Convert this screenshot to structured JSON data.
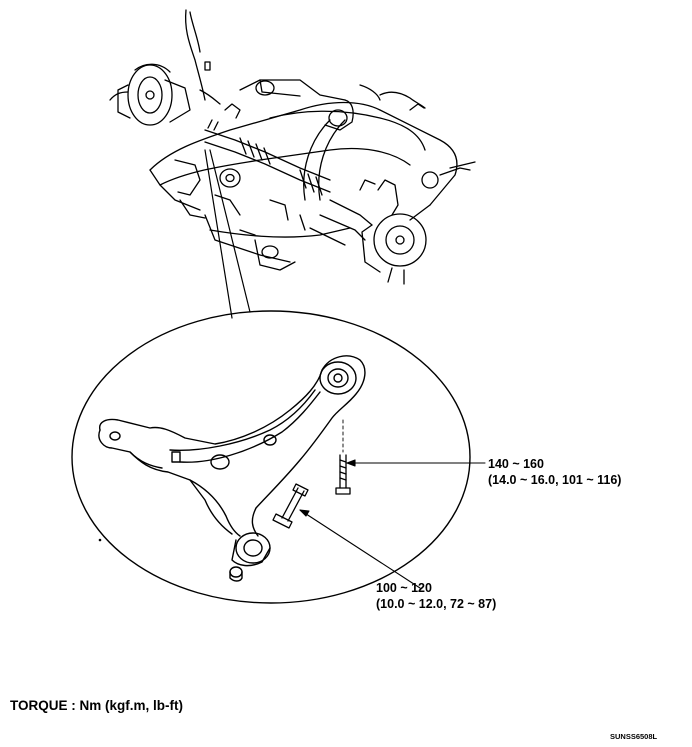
{
  "callouts": {
    "upper": {
      "range": "140 ~ 160",
      "conversion": "(14.0 ~ 16.0, 101 ~ 116)"
    },
    "lower": {
      "range": "100 ~ 120",
      "conversion": "(10.0 ~ 12.0, 72 ~ 87)"
    }
  },
  "torque_legend": "TORQUE : Nm (kgf.m, lb-ft)",
  "figure_code": "SUNSS6508L"
}
